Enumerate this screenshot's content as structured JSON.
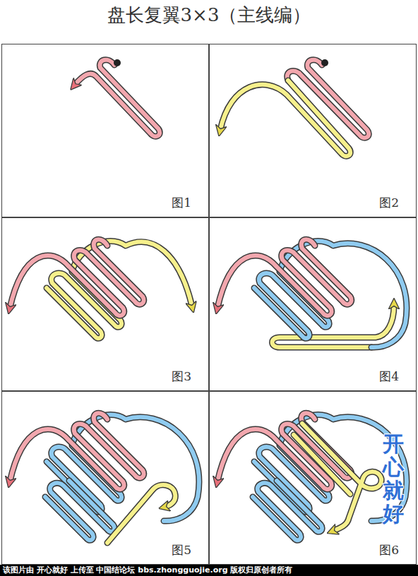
{
  "diagram": {
    "title": "盘长复翼3×3（主线编）",
    "nodes": [
      {
        "text": [
          "图1"
        ]
      },
      {
        "text": [
          "图2"
        ]
      },
      {
        "text": [
          "图3"
        ]
      },
      {
        "text": [
          "图4"
        ]
      },
      {
        "text": [
          "图5"
        ]
      },
      {
        "text": [
          "图6"
        ]
      }
    ],
    "labels": [
      "开心就好",
      "该图片由 开心就好 上传至 中国结论坛 bbs.zhongguojie.org 版权归原创者所有"
    ]
  }
}
